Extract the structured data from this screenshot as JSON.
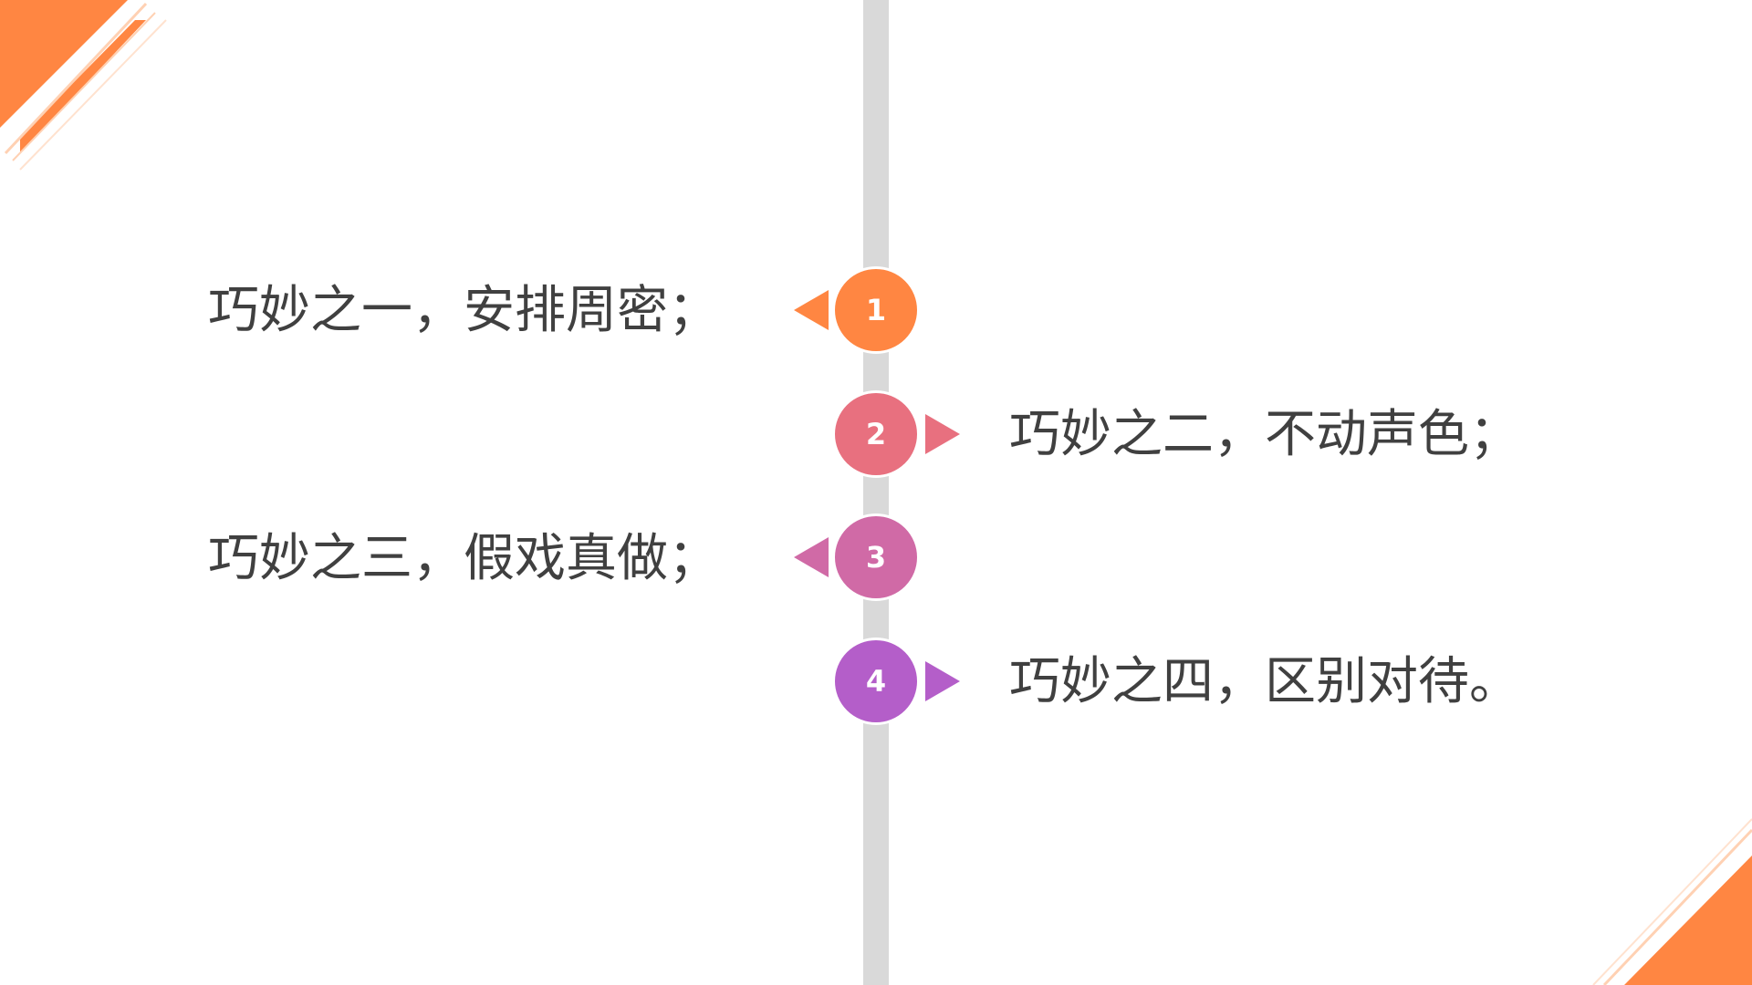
{
  "theme": {
    "accent": "#ff8642",
    "line": "#d9d9d9",
    "text": "#404040"
  },
  "timeline": {
    "items": [
      {
        "number": "1",
        "text": "巧妙之一，安排周密；",
        "color": "#ff8642"
      },
      {
        "number": "2",
        "text": "巧妙之二，不动声色；",
        "color": "#e8707f"
      },
      {
        "number": "3",
        "text": "巧妙之三，假戏真做；",
        "color": "#d06aa6"
      },
      {
        "number": "4",
        "text": "巧妙之四，区别对待。",
        "color": "#b45ec9"
      }
    ]
  }
}
